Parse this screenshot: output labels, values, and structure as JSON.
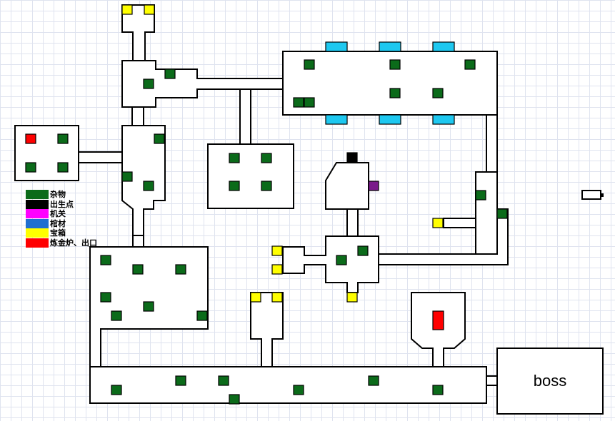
{
  "colors": {
    "wall": "#000000",
    "floor": "#ffffff",
    "misc": "#0b6b1a",
    "spawn": "#000000",
    "mechanism": "#ff00ff",
    "coffin": "#1f6fd0",
    "chest": "#ffff00",
    "alchemy": "#ff0000",
    "door_blue": "#1ec8f0",
    "purple": "#7a1a8a"
  },
  "legend": [
    {
      "label": "杂物",
      "color": "#0b6b1a"
    },
    {
      "label": "出生点",
      "color": "#000000"
    },
    {
      "label": "机关",
      "color": "#ff00ff"
    },
    {
      "label": "棺材",
      "color": "#1f6fd0"
    },
    {
      "label": "宝箱",
      "color": "#ffff00"
    },
    {
      "label": "炼金炉、出口",
      "color": "#ff0000"
    }
  ],
  "boss_room": {
    "label": "boss"
  }
}
